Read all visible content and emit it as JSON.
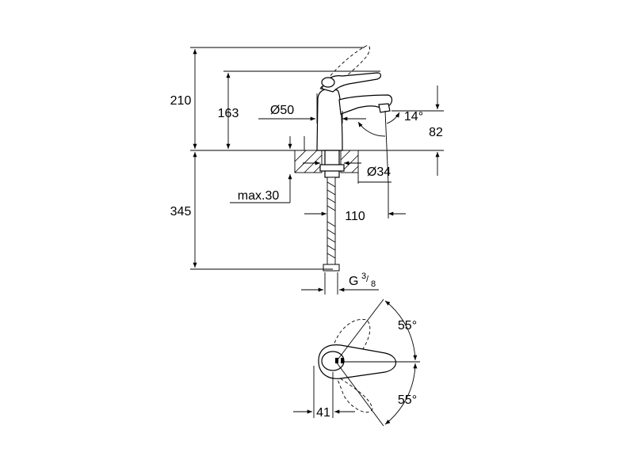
{
  "dimensions": {
    "height_total": "210",
    "height_spout": "163",
    "body_diameter": "Ø50",
    "spout_angle": "14°",
    "spout_height": "82",
    "hole_diameter": "Ø34",
    "max_thickness": "max.30",
    "hose_length": "345",
    "projection": "110",
    "connection_main": "G",
    "connection_num": "3",
    "connection_den": "8",
    "lever_angle_left": "55°",
    "lever_angle_right": "55°",
    "lever_offset": "41"
  }
}
